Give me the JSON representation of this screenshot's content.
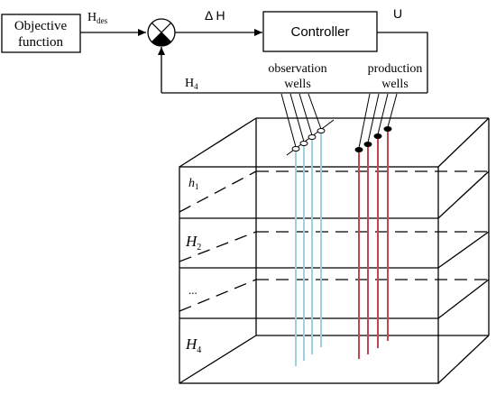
{
  "diagram": {
    "objective": {
      "line1": "Objective",
      "line2": "function"
    },
    "signal_hdes": {
      "main": "H",
      "sub": "des"
    },
    "signal_delta_h": "Δ H",
    "controller": {
      "label": "Controller"
    },
    "signal_u": "U",
    "feedback": {
      "main": "H",
      "sub": "4"
    },
    "observation_wells": {
      "line1": "observation",
      "line2": "wells"
    },
    "production_wells": {
      "line1": "production",
      "line2": "wells"
    },
    "layers": {
      "h1": {
        "main": "h",
        "sub": "1"
      },
      "h2": {
        "main": "H",
        "sub": "2"
      },
      "dots": "...",
      "h4": {
        "main": "H",
        "sub": "4"
      }
    },
    "colors": {
      "observation_well": "#9dd0e0",
      "production_well": "#c0474f",
      "line": "#000000"
    }
  }
}
